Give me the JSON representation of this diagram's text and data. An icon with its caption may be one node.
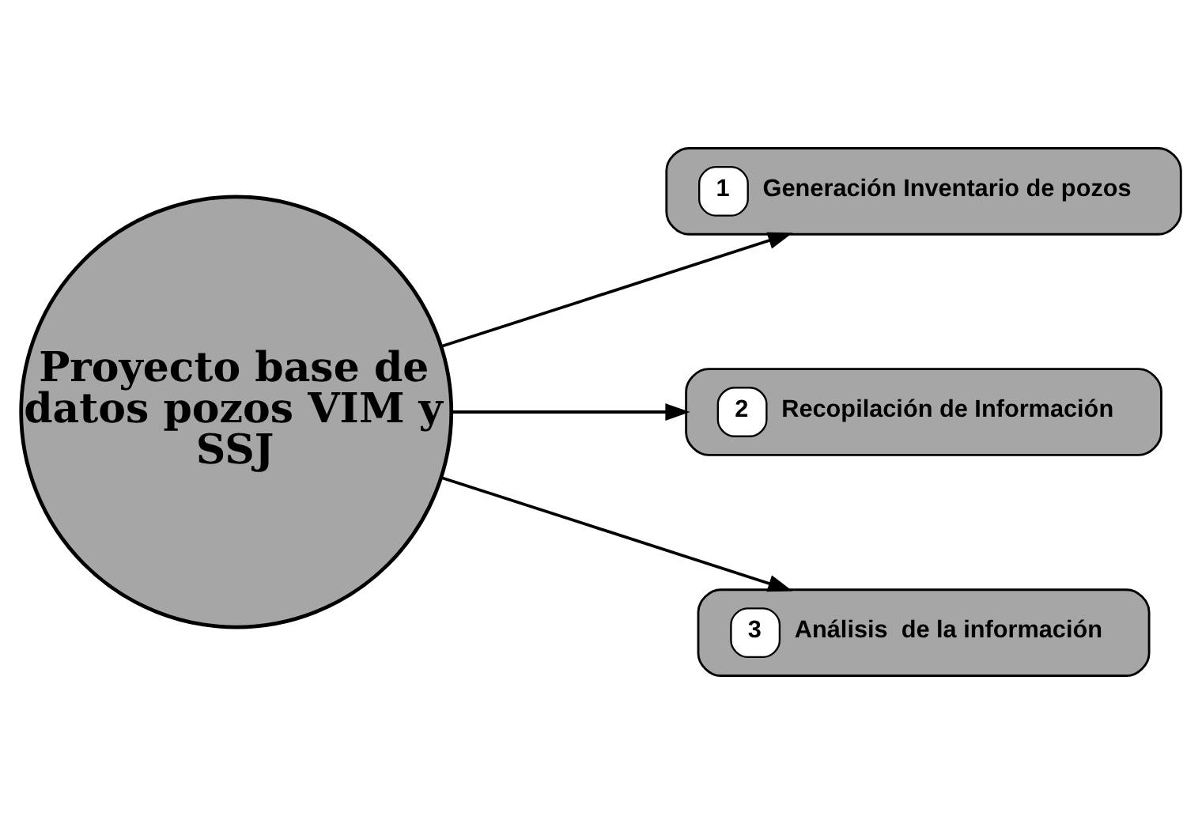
{
  "diagram": {
    "nodes": [
      {
        "text": [
          "Proyecto base de datos pozos VIM y SSJ"
        ]
      },
      {
        "text": [
          "1",
          "Generación Inventario de pozos"
        ]
      },
      {
        "text": [
          "2",
          "Recopilación de Información"
        ]
      },
      {
        "text": [
          "3",
          "Análisis  de la información"
        ]
      }
    ],
    "edges": [
      {
        "from": 0,
        "to": 1,
        "arrow": "to"
      },
      {
        "from": 0,
        "to": 2,
        "arrow": "to"
      },
      {
        "from": 0,
        "to": 3,
        "arrow": "to"
      }
    ]
  }
}
